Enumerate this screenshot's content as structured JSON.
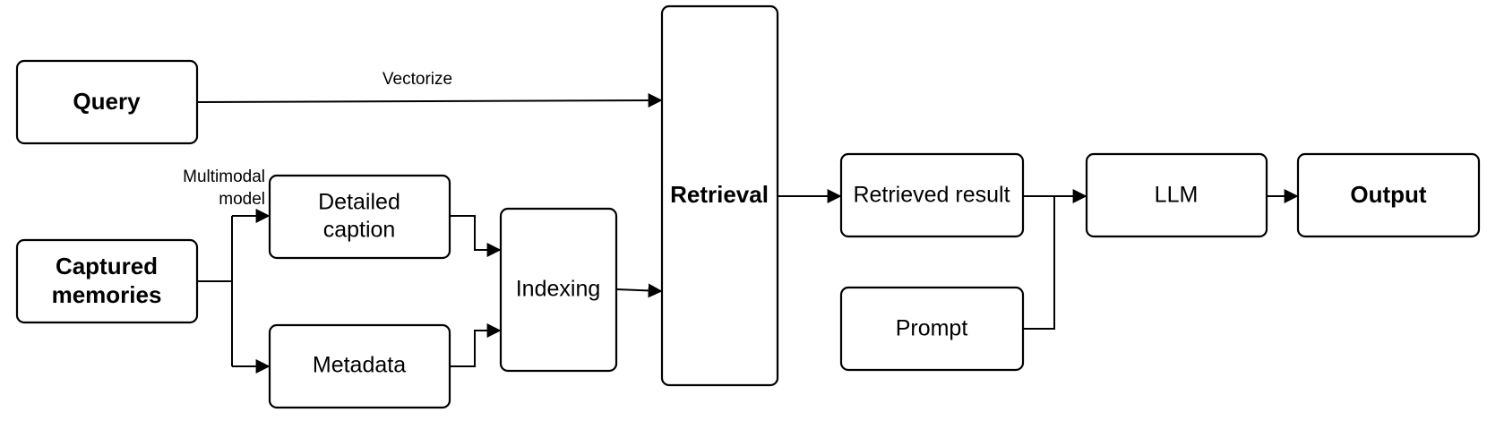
{
  "nodes": {
    "query": "Query",
    "captured_line1": "Captured",
    "captured_line2": "memories",
    "detailed_line1": "Detailed",
    "detailed_line2": "caption",
    "metadata": "Metadata",
    "indexing": "Indexing",
    "retrieval": "Retrieval",
    "retrieved_result": "Retrieved result",
    "prompt": "Prompt",
    "llm": "LLM",
    "output": "Output"
  },
  "edges": {
    "vectorize": "Vectorize",
    "multimodal_line1": "Multimodal",
    "multimodal_line2": "model"
  }
}
